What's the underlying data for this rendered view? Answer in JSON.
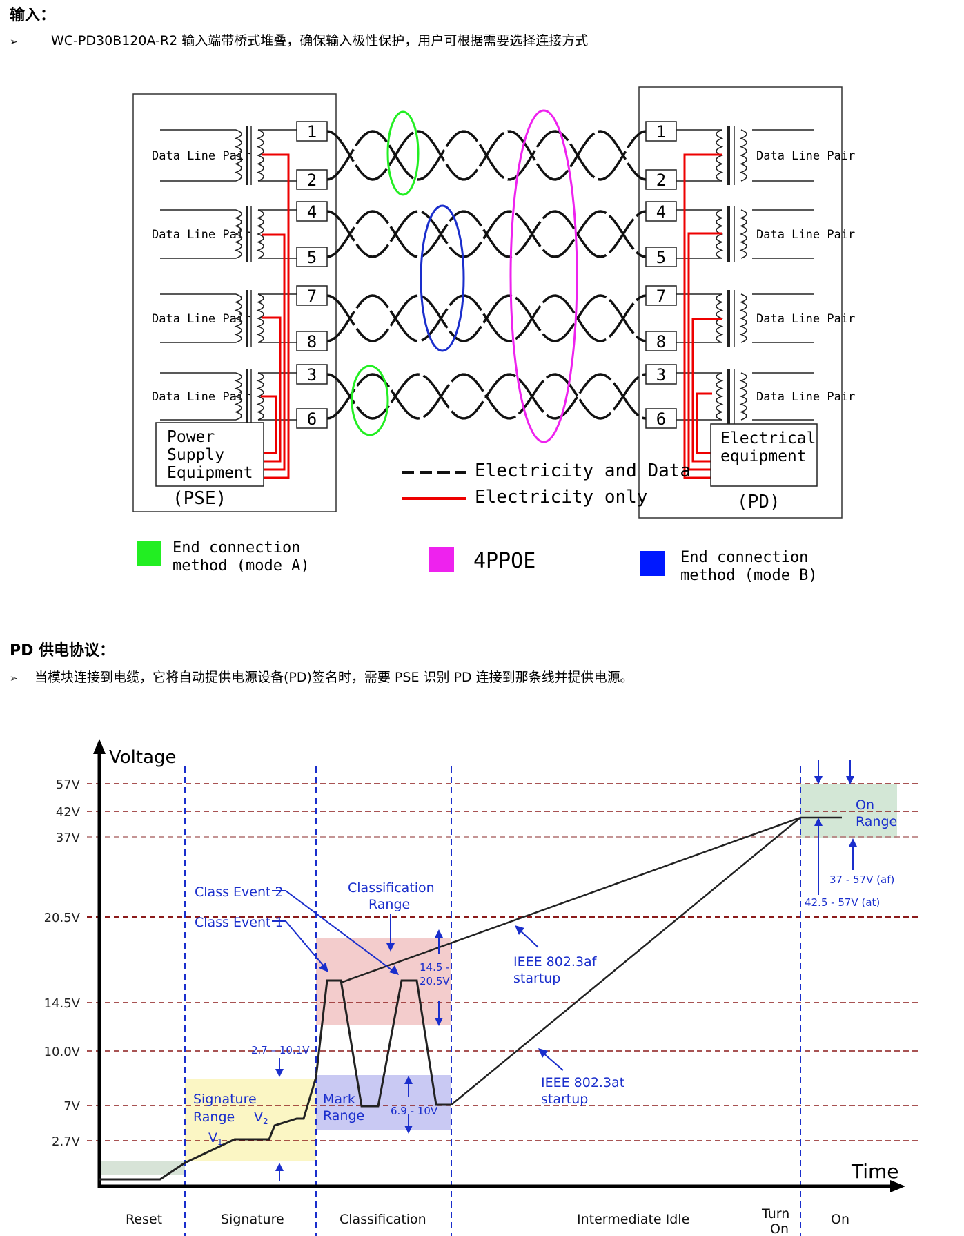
{
  "section1": {
    "title": "输入：",
    "bullet": "WC-PD30B120A-R2 输入端带桥式堆叠，确保输入极性保护，用户可根据需要选择连接方式"
  },
  "wiring": {
    "data_line_pair": "Data Line Pair",
    "pins": [
      "1",
      "2",
      "4",
      "5",
      "7",
      "8",
      "3",
      "6"
    ],
    "pse_box": [
      "Power",
      "Supply",
      "Equipment"
    ],
    "pse_tag": "(PSE)",
    "pd_box": [
      "Electrical",
      "equipment"
    ],
    "pd_tag": "(PD)",
    "legend_line": {
      "dashed": "Electricity and Data",
      "solid": "Electricity only"
    },
    "legend_colors": [
      {
        "color": "#22ee22",
        "label": [
          "End connection",
          "method (mode A)"
        ]
      },
      {
        "color": "#ee22ee",
        "label": [
          "4PPOE"
        ]
      },
      {
        "color": "#0018ff",
        "label": [
          "End connection",
          "method (mode B)"
        ]
      }
    ],
    "colors": {
      "red": "#ee0000",
      "black": "#111111",
      "green": "#22ee22",
      "magenta": "#ee22ee",
      "blue": "#1a2ecc"
    }
  },
  "section2": {
    "title": "PD  供电协议：",
    "bullet": "当模块连接到电缆，它将自动提供电源设备(PD)签名时，需要 PSE 识别 PD 连接到那条线并提供电源。"
  },
  "timing": {
    "y_axis_label": "Voltage",
    "x_axis_label": "Time",
    "voltage_levels": [
      "57V",
      "42V",
      "37V",
      "20.5V",
      "14.5V",
      "10.0V",
      "7V",
      "2.7V"
    ],
    "phases": [
      "Reset",
      "Signature",
      "Classification",
      "Intermediate  Idle",
      "Turn",
      "On",
      "On"
    ],
    "annotations": {
      "class_event_2": "Class  Event  2",
      "class_event_1": "Class  Event  1",
      "classification_range": [
        "Classification",
        "Range"
      ],
      "range_14_20": [
        "14.5 -",
        "20.5V"
      ],
      "af_startup": [
        "IEEE 802.3af",
        "startup"
      ],
      "at_startup": [
        "IEEE 802.3at",
        "startup"
      ],
      "sig_voltage": "2.7 – 10.1V",
      "signature_range": [
        "Signature",
        "Range"
      ],
      "v1": "V",
      "v2": "V",
      "sub1": "1",
      "sub2": "2",
      "mark_range": [
        "Mark",
        "Range"
      ],
      "mark_voltage": "6.9 - 10V",
      "on_range": [
        "On",
        "Range"
      ],
      "af_range": "37 - 57V (af)",
      "at_range": "42.5 - 57V (at)"
    },
    "colors": {
      "dash_red": "#8b1a1a",
      "blue": "#1a2ecc",
      "yellow": "#fbf6c4",
      "pink": "#f3cccc",
      "lavender": "#c9c9f3",
      "green": "#d3e7d6",
      "reset": "#d7e3d7"
    }
  }
}
